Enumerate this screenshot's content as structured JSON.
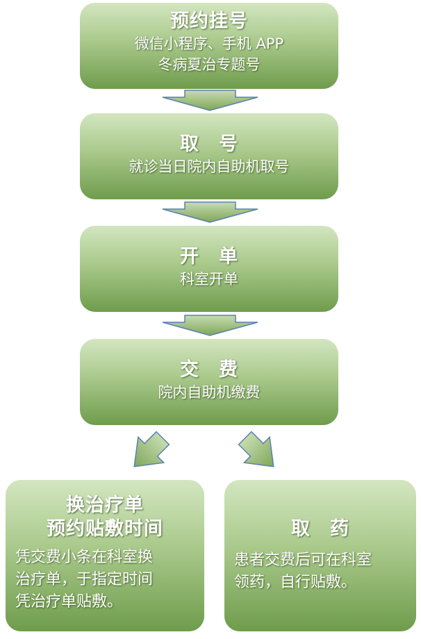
{
  "steps": {
    "appointment": {
      "title": "预约挂号",
      "line1": "微信小程序、手机 APP",
      "line2": "冬病夏治专题号"
    },
    "take_number": {
      "title": "取　号",
      "line1": "就诊当日院内自助机取号"
    },
    "prescription": {
      "title": "开　单",
      "line1": "科室开单"
    },
    "payment": {
      "title": "交　费",
      "line1": "院内自助机缴费"
    }
  },
  "branches": {
    "left": {
      "title1": "换治疗单",
      "title2": "预约贴敷时间",
      "desc": [
        "凭交费小条在科室换",
        "治疗单，于指定时间",
        "凭治疗单贴敷。"
      ]
    },
    "right": {
      "title": "取　药",
      "desc": [
        "患者交费后可在科室",
        "领药，自行贴敷。"
      ]
    }
  },
  "colors": {
    "box_top": "#d3e6c0",
    "box_bottom": "#6f9c4c",
    "arrow_light": "#c6dcb0",
    "arrow_dark": "#7fa65a",
    "arrow_edge": "#5a7fb0"
  }
}
